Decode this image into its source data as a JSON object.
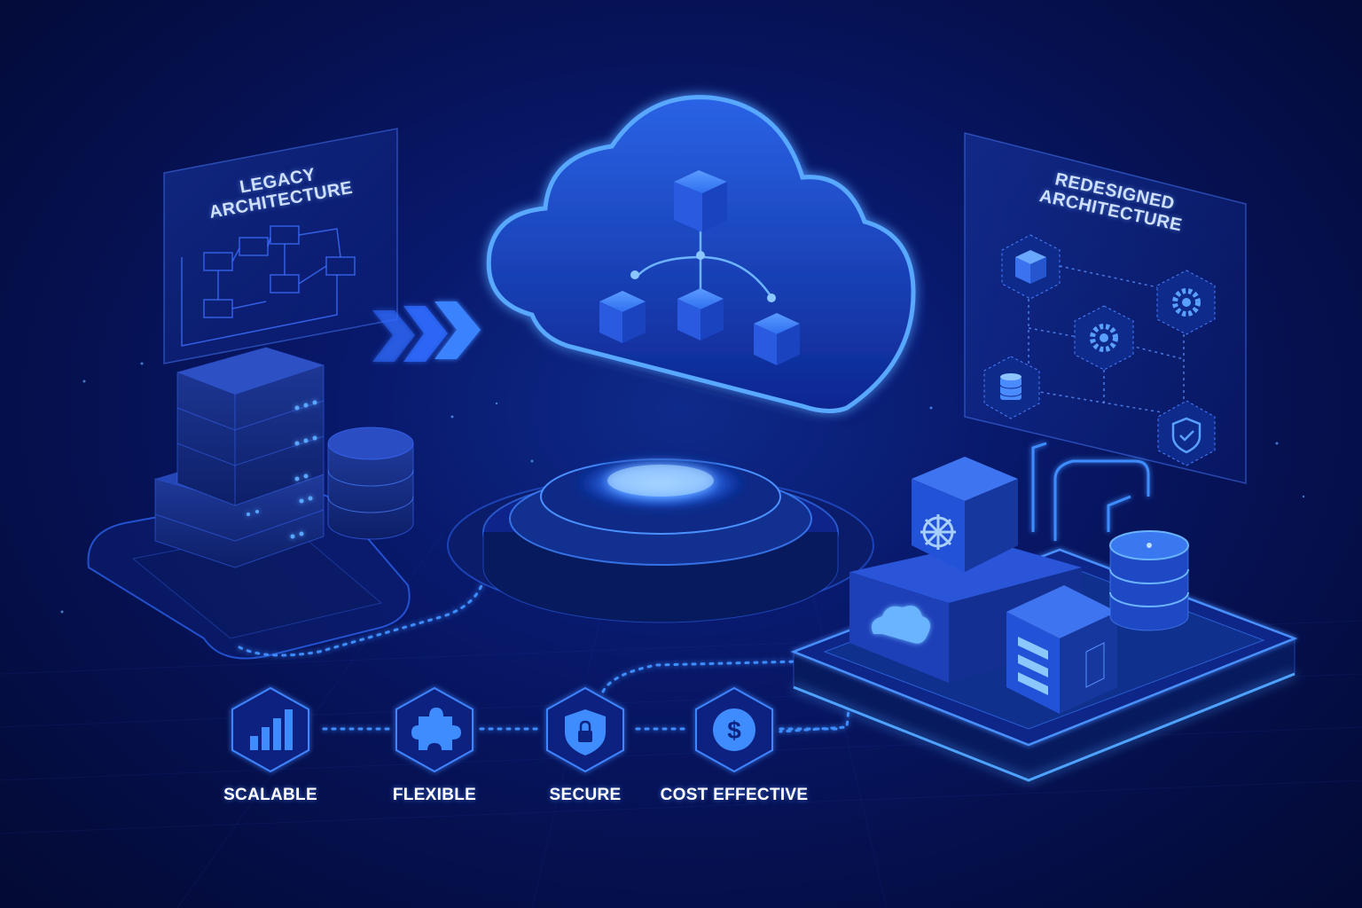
{
  "legacy_panel": {
    "title_line1": "LEGACY",
    "title_line2": "ARCHITECTURE"
  },
  "redesigned_panel": {
    "title_line1": "REDESIGNED",
    "title_line2": "ARCHITECTURE"
  },
  "features": [
    {
      "label": "SCALABLE",
      "icon": "bar-chart-icon"
    },
    {
      "label": "FLEXIBLE",
      "icon": "puzzle-icon"
    },
    {
      "label": "SECURE",
      "icon": "shield-lock-icon"
    },
    {
      "label": "COST EFFECTIVE",
      "icon": "dollar-icon"
    }
  ],
  "colors": {
    "background": "#06145a",
    "accent": "#2f7bff",
    "glow": "#4da3ff",
    "text": "#ffffff"
  }
}
